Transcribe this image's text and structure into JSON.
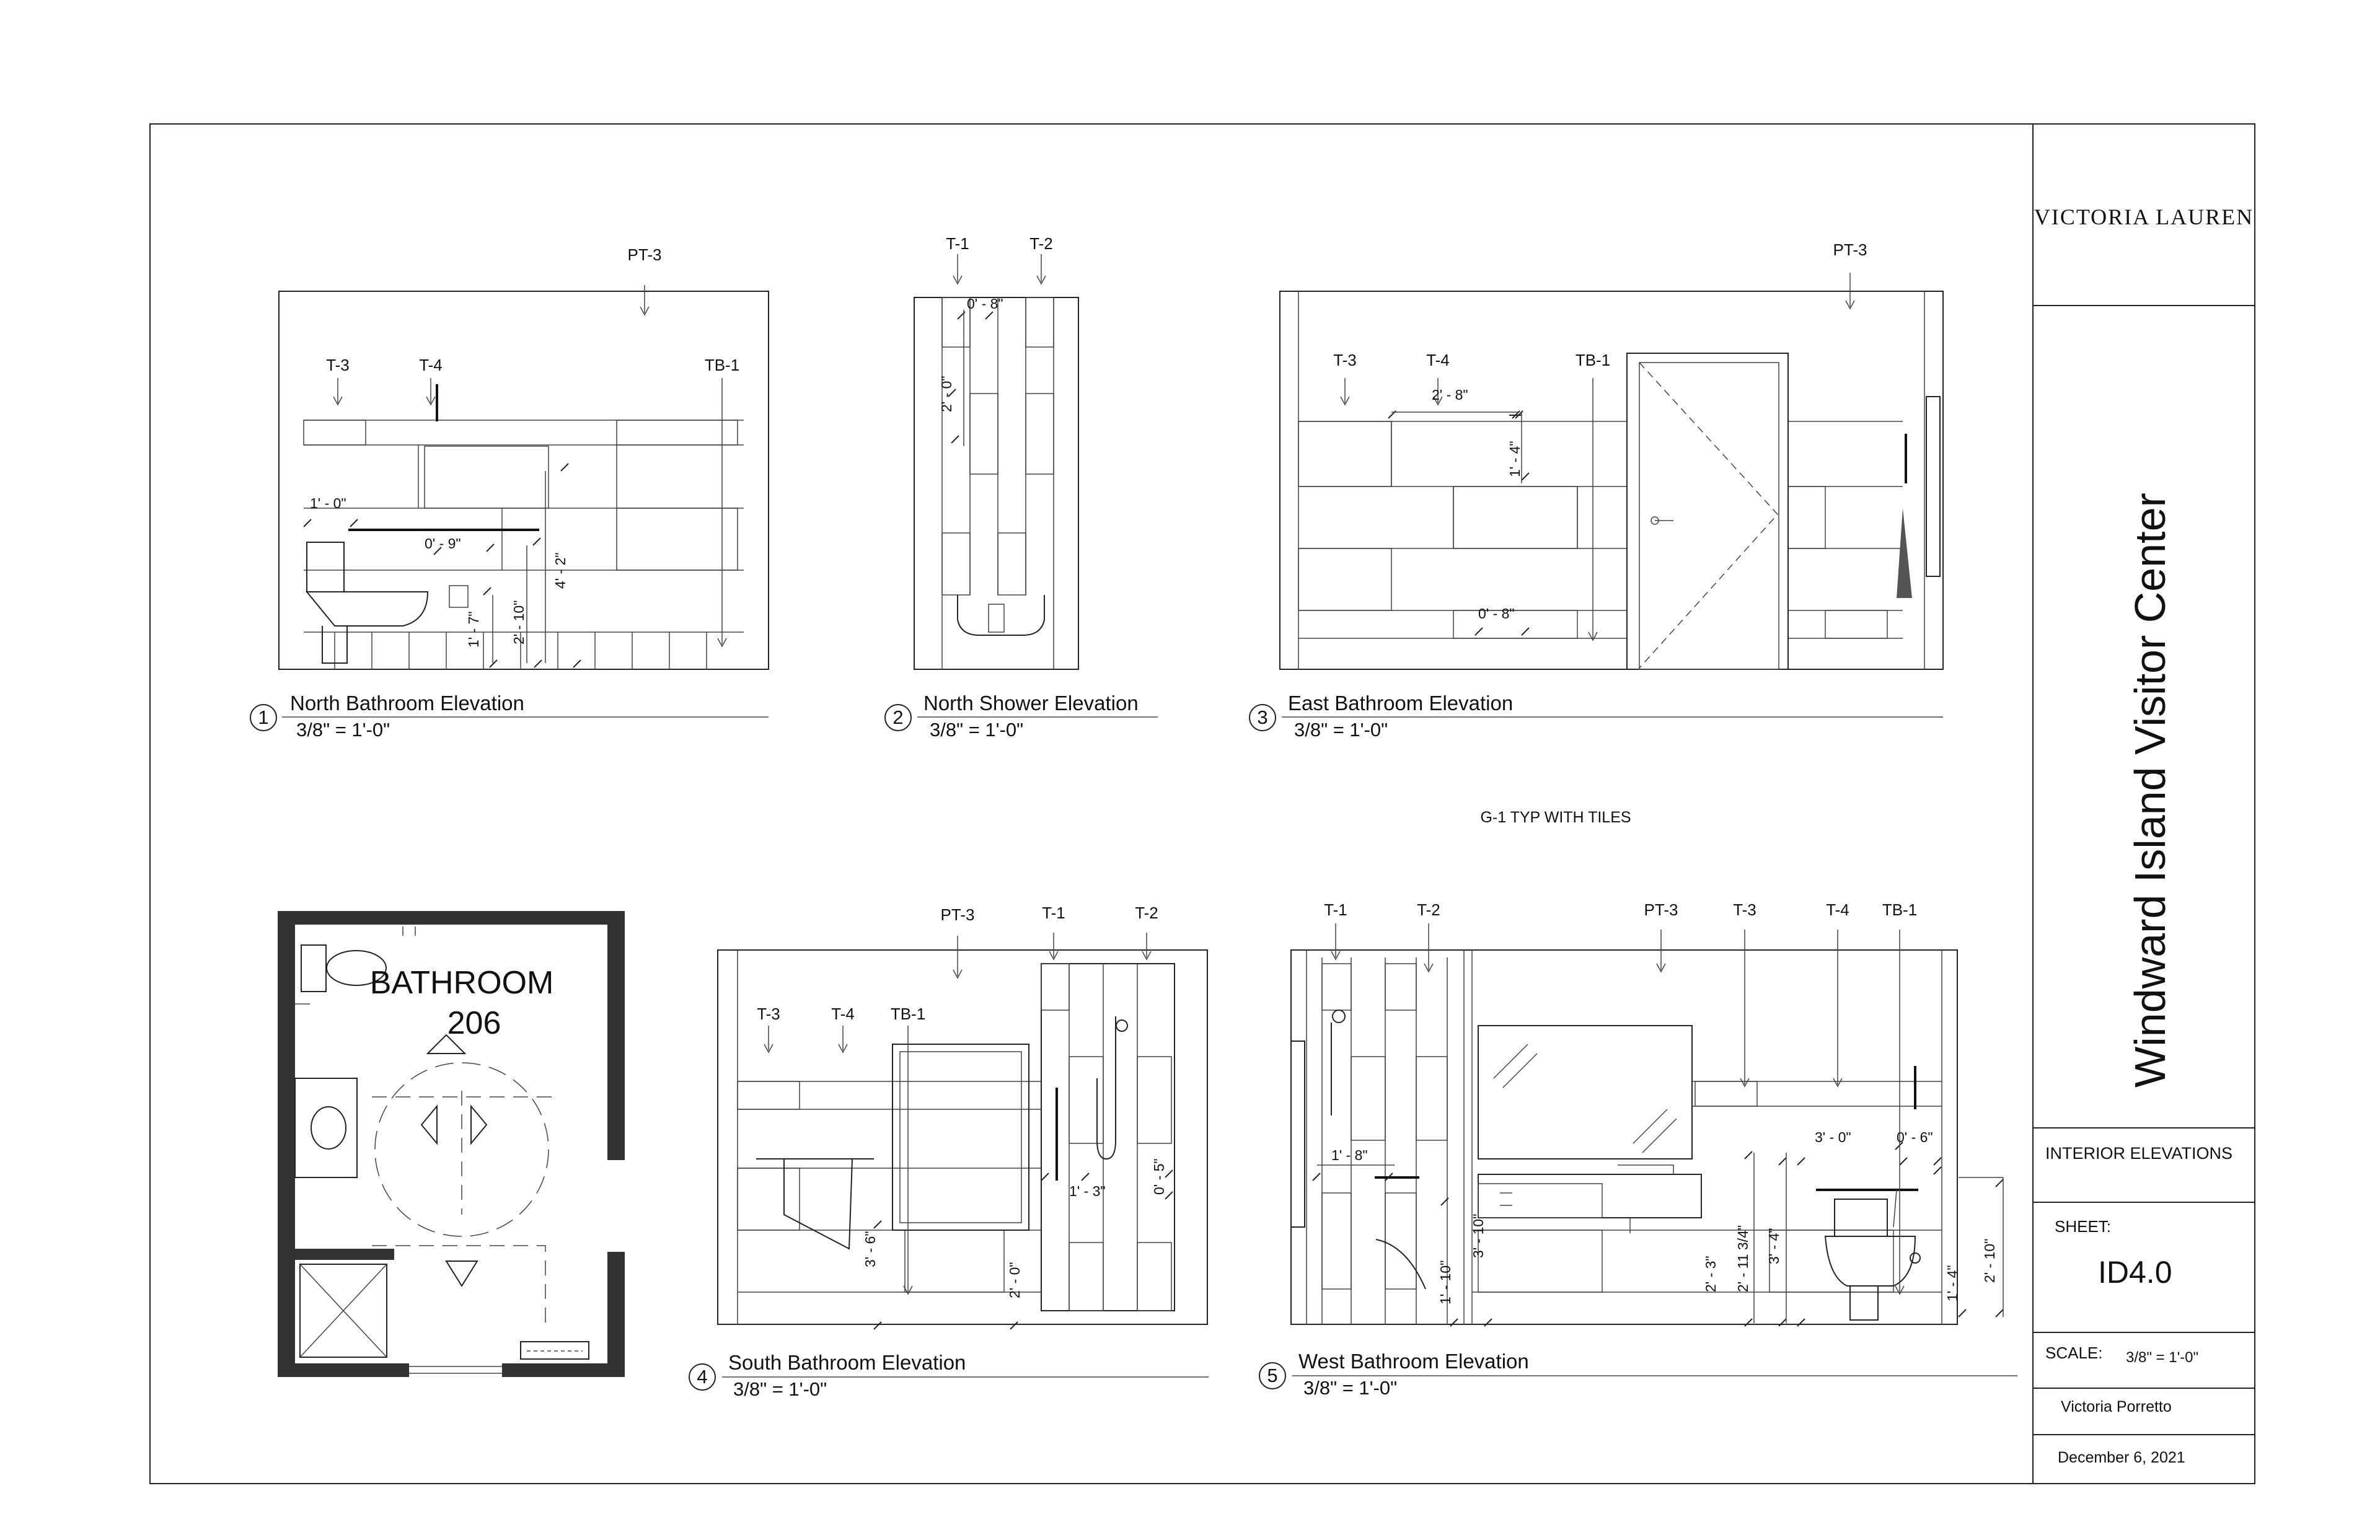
{
  "title_block": {
    "firm": "VICTORIA LAUREN",
    "project": "Windward Island Visitor Center",
    "sheet_title": "INTERIOR ELEVATIONS",
    "sheet_label": "SHEET:",
    "sheet_number": "ID4.0",
    "scale_label": "SCALE:",
    "scale_value": "3/8\" = 1'-0\"",
    "designer": "Victoria Porretto",
    "date": "December 6, 2021"
  },
  "note": "G-1 TYP WITH TILES",
  "views": [
    {
      "number": "1",
      "title": "North Bathroom Elevation",
      "scale": "3/8\" = 1'-0\"",
      "tags": [
        "PT-3",
        "T-3",
        "T-4",
        "TB-1"
      ],
      "dims": [
        "1' - 0\"",
        "0' - 9\"",
        "4' - 2\"",
        "2' - 10\"",
        "1' - 7\""
      ]
    },
    {
      "number": "2",
      "title": "North Shower Elevation",
      "scale": "3/8\" = 1'-0\"",
      "tags": [
        "T-1",
        "T-2"
      ],
      "dims": [
        "0' - 8\"",
        "2' - 0\""
      ]
    },
    {
      "number": "3",
      "title": "East Bathroom Elevation",
      "scale": "3/8\" = 1'-0\"",
      "tags": [
        "PT-3",
        "T-3",
        "T-4",
        "TB-1"
      ],
      "dims": [
        "2' - 8\"",
        "1' - 4\"",
        "0' - 8\""
      ]
    },
    {
      "number": "4",
      "title": "South Bathroom Elevation",
      "scale": "3/8\" = 1'-0\"",
      "tags": [
        "PT-3",
        "T-1",
        "T-2",
        "T-3",
        "T-4",
        "TB-1"
      ],
      "dims": [
        "3' - 6\"",
        "2' - 0\"",
        "1' - 3\"",
        "0' - 5\""
      ]
    },
    {
      "number": "5",
      "title": "West Bathroom Elevation",
      "scale": "3/8\" = 1'-0\"",
      "tags": [
        "T-1",
        "T-2",
        "PT-3",
        "T-3",
        "T-4",
        "TB-1"
      ],
      "dims": [
        "1' - 8\"",
        "1' - 10\"",
        "3' - 10\"",
        "2' - 3\"",
        "2' - 11 3/4\"",
        "3' - 4\"",
        "3' - 0\"",
        "0' - 6\"",
        "1' - 4\"",
        "2' - 10\""
      ]
    }
  ],
  "plan": {
    "room_name": "BATHROOM",
    "room_number": "206"
  }
}
